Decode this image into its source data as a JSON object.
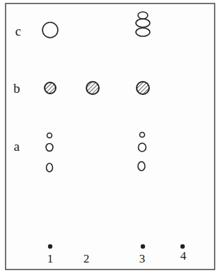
{
  "diagram": {
    "labels": [
      "c",
      "b",
      "a",
      "1",
      "2",
      "3",
      "4"
    ]
  }
}
